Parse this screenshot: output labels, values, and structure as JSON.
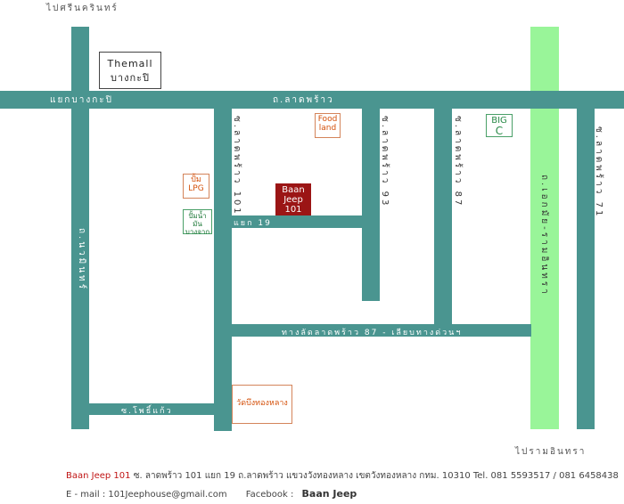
{
  "edges": {
    "top_left": "ไปศรีนครินทร์",
    "bottom_right": "ไปรามอินทรา"
  },
  "roads": {
    "main_road": "ถ.ลาดพร้าว",
    "bang_kapi_junction": "แยกบางกะปิ",
    "nawamin": "ถ.นวมินทร์",
    "soi_101": "ซ.ลาดพร้าว 101",
    "soi_93": "ซ.ลาดพร้าว 93",
    "soi_87": "ซ.ลาดพร้าว 87",
    "soi_71": "ซ.ลาดพร้าว 71",
    "ekkamai": "ถ.เอกมัย-รามอินทรา",
    "yaek_19": "แยก 19",
    "bypass": "ทางลัดลาดพร้าว 87 - เลียบทางด่วนฯ",
    "pho_kaeo": "ซ.โพธิ์แก้ว"
  },
  "landmarks": {
    "themall_line1": "Themall",
    "themall_line2": "บางกะปิ",
    "foodland_line1": "Food",
    "foodland_line2": "land",
    "bigc_line1": "BIG",
    "bigc_line2": "C",
    "pump_lpg_line1": "ปั้ม",
    "pump_lpg_line2": "LPG",
    "pump_bangchak_line1": "ปั้มน้ำมัน",
    "pump_bangchak_line2": "บางจาก",
    "baanjeep_line1": "Baan",
    "baanjeep_line2": "Jeep",
    "baanjeep_line3": "101",
    "temple": "วัดบึงทองหลาง"
  },
  "footer": {
    "brand": "Baan Jeep 101",
    "address": "ซ. ลาดพร้าว 101  แยก 19  ถ.ลาดพร้าว  แขวงวังทองหลาง  เขตวังทองหลาง กทม. 10310  Tel. 081 5593517  /  081 6458438",
    "email": "E - mail : 101Jeephouse@gmail.com",
    "facebook_label": "Facebook :",
    "facebook_name": "Baan Jeep"
  },
  "colors": {
    "road": "#4a9590",
    "highway": "#99f599",
    "baanjeep": "#9b1515",
    "accent_red": "#c01515"
  }
}
